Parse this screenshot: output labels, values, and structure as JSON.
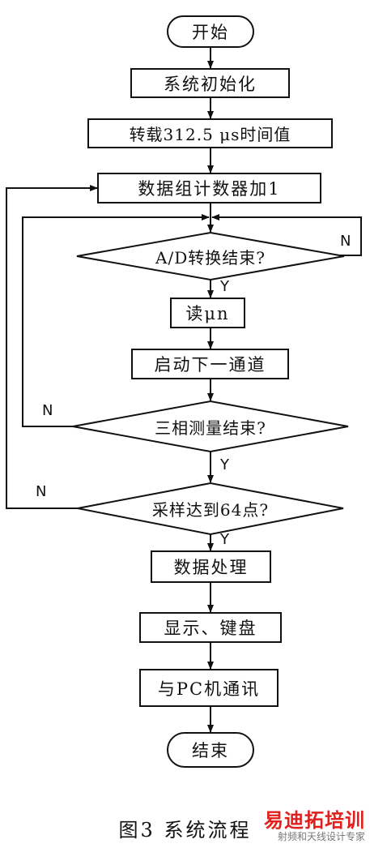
{
  "nodes": {
    "start": "开始",
    "init": "系统初始化",
    "load_timer": "转载312.5 μs时间值",
    "counter_inc": "数据组计数器加1",
    "ad_done": "A/D转换结束?",
    "read": "读μn",
    "next_channel": "启动下一通道",
    "three_phase_done": "三相测量结束?",
    "sampled_64": "采样达到64点?",
    "process": "数据处理",
    "display_keys": "显示、键盘",
    "pc_comm": "与PC机通讯",
    "end": "结束"
  },
  "edge_labels": {
    "ad_yes": "Y",
    "ad_no": "N",
    "phase_yes": "Y",
    "phase_no": "N",
    "sample_yes": "Y",
    "sample_no": "N"
  },
  "caption": "图3  系统流程",
  "watermark": {
    "brand": "易迪拓培训",
    "sub": "射频和天线设计专家"
  }
}
